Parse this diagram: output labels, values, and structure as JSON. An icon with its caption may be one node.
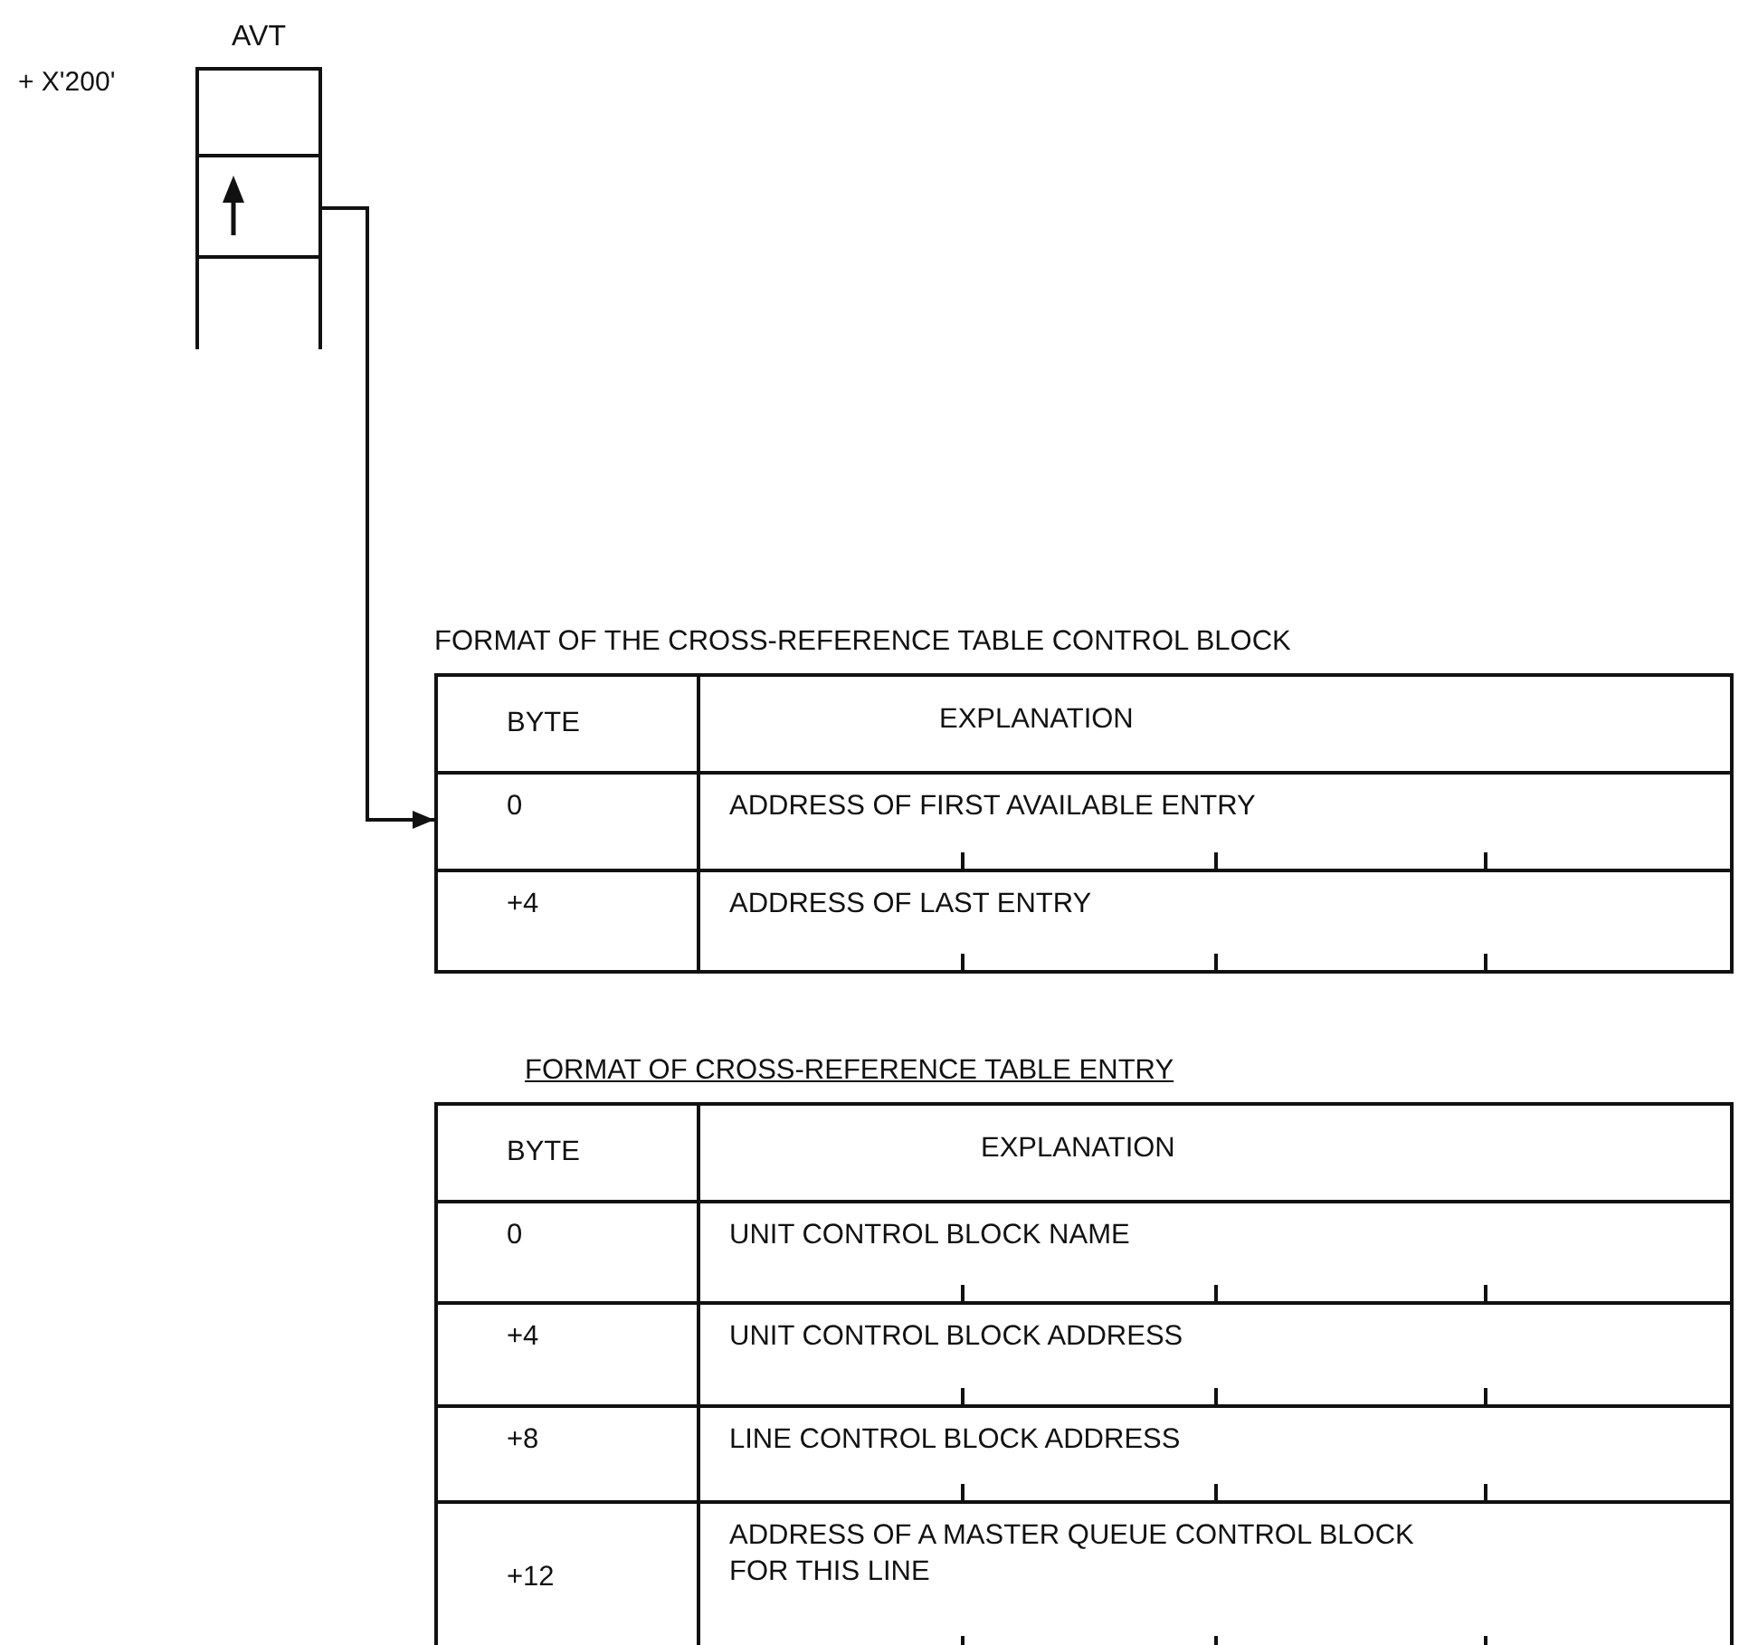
{
  "diagram": {
    "nodes": [
      {
        "text": [
          "AVT"
        ]
      },
      {
        "text": [],
        "shape": "box"
      },
      {
        "text": [
          "FORMAT OF THE CROSS-REFERENCE TABLE CONTROL BLOCK"
        ]
      },
      {
        "text": [
          "BYTE",
          "EXPLANATION"
        ],
        "in": 2
      },
      {
        "text": [
          "0",
          "ADDRESS OF FIRST AVAILABLE ENTRY"
        ],
        "in": 2
      },
      {
        "text": [
          "+4",
          "ADDRESS OF LAST ENTRY"
        ],
        "in": 2
      },
      {
        "text": [
          "FORMAT OF CROSS-REFERENCE TABLE ENTRY"
        ]
      },
      {
        "text": [
          "BYTE",
          "EXPLANATION"
        ],
        "in": 6
      },
      {
        "text": [
          "0",
          "UNIT CONTROL BLOCK NAME"
        ],
        "in": 6
      },
      {
        "text": [
          "+4",
          "UNIT CONTROL BLOCK ADDRESS"
        ],
        "in": 6
      },
      {
        "text": [
          "+8",
          "LINE CONTROL BLOCK ADDRESS"
        ],
        "in": 6
      },
      {
        "text": [
          "+12",
          "ADDRESS OF A MASTER QUEUE CONTROL BLOCK FOR THIS LINE"
        ],
        "in": 6
      }
    ],
    "edges": [
      {
        "from": 1,
        "to": 4,
        "arrow": "to"
      }
    ],
    "labels": [
      "+ X'200'"
    ]
  }
}
